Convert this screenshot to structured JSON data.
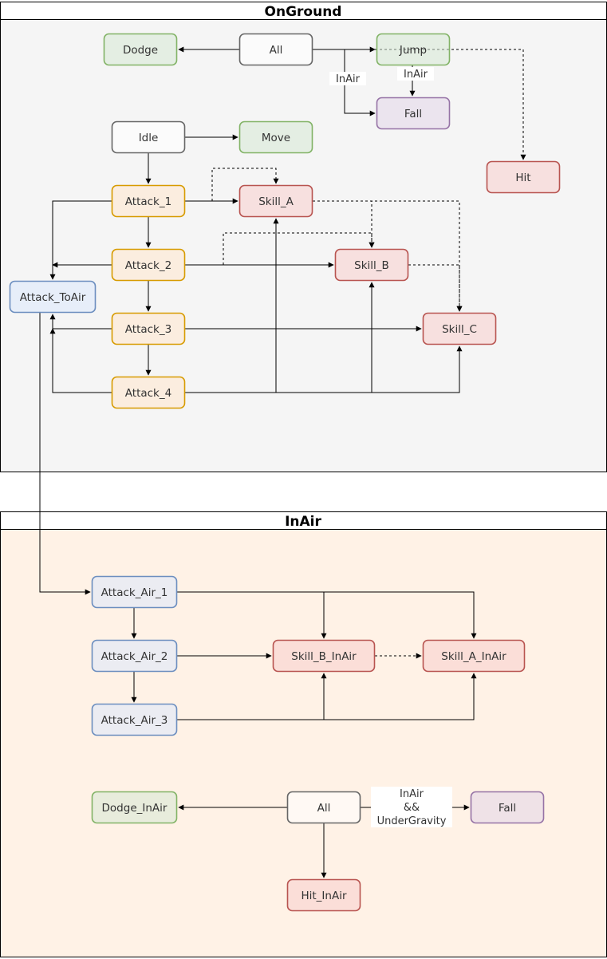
{
  "panels": [
    {
      "id": "onground",
      "title": "OnGround",
      "fill": "#f5f5f5"
    },
    {
      "id": "inair",
      "title": "InAir",
      "fill": "#fff2e6"
    }
  ],
  "colors": {
    "gray": {
      "stroke": "#666666",
      "fill": "#ffffff"
    },
    "green": {
      "stroke": "#82b366",
      "fill": "#d5e8d4"
    },
    "purple": {
      "stroke": "#9673a6",
      "fill": "#e1d5e7"
    },
    "red": {
      "stroke": "#b85450",
      "fill": "#f8cecc"
    },
    "orange": {
      "stroke": "#d79b00",
      "fill": "#ffe6cc"
    },
    "blue": {
      "stroke": "#6c8ebf",
      "fill": "#dae8fc"
    }
  },
  "nodes": [
    {
      "id": "dodge",
      "label": "Dodge",
      "color": "green"
    },
    {
      "id": "all",
      "label": "All",
      "color": "gray"
    },
    {
      "id": "jump",
      "label": "Jump",
      "color": "green"
    },
    {
      "id": "fall",
      "label": "Fall",
      "color": "purple"
    },
    {
      "id": "idle",
      "label": "Idle",
      "color": "gray"
    },
    {
      "id": "move",
      "label": "Move",
      "color": "green"
    },
    {
      "id": "hit",
      "label": "Hit",
      "color": "red"
    },
    {
      "id": "attack1",
      "label": "Attack_1",
      "color": "orange"
    },
    {
      "id": "skillA",
      "label": "Skill_A",
      "color": "red"
    },
    {
      "id": "attack2",
      "label": "Attack_2",
      "color": "orange"
    },
    {
      "id": "skillB",
      "label": "Skill_B",
      "color": "red"
    },
    {
      "id": "attackToAir",
      "label": "Attack_ToAir",
      "color": "blue"
    },
    {
      "id": "attack3",
      "label": "Attack_3",
      "color": "orange"
    },
    {
      "id": "skillC",
      "label": "Skill_C",
      "color": "red"
    },
    {
      "id": "attack4",
      "label": "Attack_4",
      "color": "orange"
    },
    {
      "id": "attackAir1",
      "label": "Attack_Air_1",
      "color": "blue"
    },
    {
      "id": "attackAir2",
      "label": "Attack_Air_2",
      "color": "blue"
    },
    {
      "id": "skillBInAir",
      "label": "Skill_B_InAir",
      "color": "red"
    },
    {
      "id": "skillAInAir",
      "label": "Skill_A_InAir",
      "color": "red"
    },
    {
      "id": "attackAir3",
      "label": "Attack_Air_3",
      "color": "blue"
    },
    {
      "id": "dodgeInAir",
      "label": "Dodge_InAir",
      "color": "green"
    },
    {
      "id": "allAir",
      "label": "All",
      "color": "gray"
    },
    {
      "id": "fallAir",
      "label": "Fall",
      "color": "purple"
    },
    {
      "id": "hitInAir",
      "label": "Hit_InAir",
      "color": "red"
    }
  ],
  "edges": [
    {
      "id": "all-dodge",
      "from": "all",
      "to": "dodge",
      "dashed": false
    },
    {
      "id": "all-jump",
      "from": "all",
      "to": "jump",
      "dashed": false
    },
    {
      "id": "all-fall",
      "from": "all",
      "to": "fall",
      "dashed": false,
      "label": "InAir"
    },
    {
      "id": "jump-fall",
      "from": "jump",
      "to": "fall",
      "dashed": false,
      "label": "InAir"
    },
    {
      "id": "all-hit",
      "from": "all",
      "to": "hit",
      "dashed": true
    },
    {
      "id": "idle-move",
      "from": "idle",
      "to": "move",
      "dashed": false
    },
    {
      "id": "idle-attack1",
      "from": "idle",
      "to": "attack1",
      "dashed": false
    },
    {
      "id": "attack1-attack2",
      "from": "attack1",
      "to": "attack2",
      "dashed": false
    },
    {
      "id": "attack2-attack3",
      "from": "attack2",
      "to": "attack3",
      "dashed": false
    },
    {
      "id": "attack3-attack4",
      "from": "attack3",
      "to": "attack4",
      "dashed": false
    },
    {
      "id": "attack1-skillA",
      "from": "attack1",
      "to": "skillA",
      "dashed": false
    },
    {
      "id": "attack1-toair",
      "from": "attack1",
      "to": "attackToAir",
      "dashed": false
    },
    {
      "id": "attack2-toair",
      "from": "attack2",
      "to": "attackToAir",
      "dashed": false
    },
    {
      "id": "attack3-toair",
      "from": "attack3",
      "to": "attackToAir",
      "dashed": false
    },
    {
      "id": "attack4-toair",
      "from": "attack4",
      "to": "attackToAir",
      "dashed": false
    },
    {
      "id": "attack2-skillB",
      "from": "attack2",
      "to": "skillB",
      "dashed": false
    },
    {
      "id": "attack3-skillC",
      "from": "attack3",
      "to": "skillC",
      "dashed": false
    },
    {
      "id": "attack4-skillA",
      "from": "attack4",
      "to": "skillA",
      "dashed": false
    },
    {
      "id": "attack4-skillB",
      "from": "attack4",
      "to": "skillB",
      "dashed": false
    },
    {
      "id": "attack4-skillC",
      "from": "attack4",
      "to": "skillC",
      "dashed": false
    },
    {
      "id": "skillA-skillA",
      "from": "skillA",
      "to": "skillA",
      "dashed": true
    },
    {
      "id": "skillA-skillB",
      "from": "skillA",
      "to": "skillB",
      "dashed": true
    },
    {
      "id": "skillA-skillC",
      "from": "skillA",
      "to": "skillC",
      "dashed": true
    },
    {
      "id": "skillB-skillB",
      "from": "skillB",
      "to": "skillB",
      "dashed": true
    },
    {
      "id": "skillB-skillC",
      "from": "skillB",
      "to": "skillC",
      "dashed": true
    },
    {
      "id": "toair-air1",
      "from": "attackToAir",
      "to": "attackAir1",
      "dashed": false
    },
    {
      "id": "air1-air2",
      "from": "attackAir1",
      "to": "attackAir2",
      "dashed": false
    },
    {
      "id": "air2-air3",
      "from": "attackAir2",
      "to": "attackAir3",
      "dashed": false
    },
    {
      "id": "air1-skillBInAir",
      "from": "attackAir1",
      "to": "skillBInAir",
      "dashed": false
    },
    {
      "id": "air1-skillAInAir",
      "from": "attackAir1",
      "to": "skillAInAir",
      "dashed": false
    },
    {
      "id": "air2-skillBInAir",
      "from": "attackAir2",
      "to": "skillBInAir",
      "dashed": false
    },
    {
      "id": "skillBInAir-skillAInAir",
      "from": "skillBInAir",
      "to": "skillAInAir",
      "dashed": true
    },
    {
      "id": "air3-skillBInAir",
      "from": "attackAir3",
      "to": "skillBInAir",
      "dashed": false
    },
    {
      "id": "air3-skillAInAir",
      "from": "attackAir3",
      "to": "skillAInAir",
      "dashed": false
    },
    {
      "id": "allAir-dodgeInAir",
      "from": "allAir",
      "to": "dodgeInAir",
      "dashed": false
    },
    {
      "id": "allAir-fallAir",
      "from": "allAir",
      "to": "fallAir",
      "dashed": false,
      "label": "InAir\n&&\nUnderGravity"
    },
    {
      "id": "allAir-hitInAir",
      "from": "allAir",
      "to": "hitInAir",
      "dashed": false
    }
  ]
}
